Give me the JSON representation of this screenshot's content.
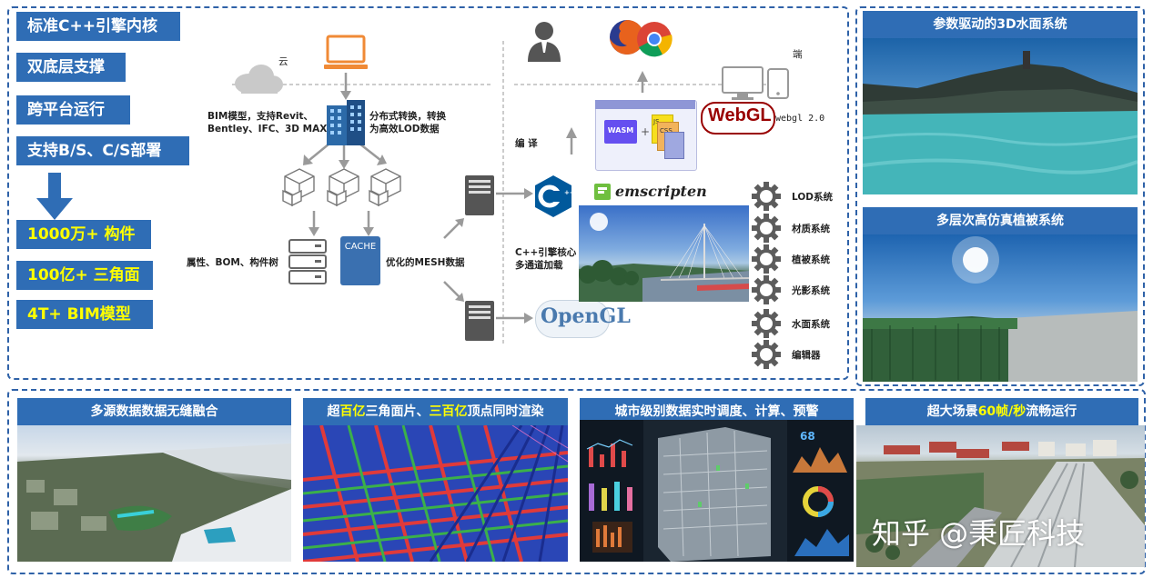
{
  "left_tags": [
    "标准C++引擎内核",
    "双底层支撑",
    "跨平台运行",
    "支持B/S、C/S部署"
  ],
  "stat_tags": [
    "1000万+ 构件",
    "100亿+ 三角面",
    "4T+ BIM模型"
  ],
  "diagram": {
    "cloud_label": "云",
    "end_label": "端",
    "bim_label_1": "BIM模型，支持Revit、",
    "bim_label_2": "Bentley、IFC、3D MAX",
    "dist_label_1": "分布式转换，转换",
    "dist_label_2": "为高效LOD数据",
    "attr_label": "属性、BOM、构件树",
    "cache_label": "CACHE",
    "mesh_label": "优化的MESH数据",
    "compile_label": "编 译",
    "core_label_1": "C++引擎核心",
    "core_label_2": "多通道加载",
    "wasm_label": "WASM",
    "js_label": "JS",
    "css_label": "CSS",
    "webgl_label": "WebGL",
    "webgl_version": "webgl 2.0",
    "emscripten_label": "emscripten",
    "opengl_label": "OpenGL",
    "systems": [
      "LOD系统",
      "材质系统",
      "植被系统",
      "光影系统",
      "水面系统",
      "编辑器"
    ]
  },
  "right_panels": [
    "参数驱动的3D水面系统",
    "多层次高仿真植被系统"
  ],
  "bottom_panels": [
    {
      "pre": "多源数据数据无缝融合",
      "hl1": "",
      "mid": "",
      "hl2": "",
      "post": ""
    },
    {
      "pre": "超",
      "hl1": "百亿",
      "mid": "三角面片、",
      "hl2": "三百亿",
      "post": "顶点同时渲染"
    },
    {
      "pre": "城市级别数据实时调度、计算、预警",
      "hl1": "",
      "mid": "",
      "hl2": "",
      "post": ""
    },
    {
      "pre": "超大场景",
      "hl1": "60帧/秒",
      "mid": "流畅运行",
      "hl2": "",
      "post": ""
    }
  ],
  "dashboard": {
    "value": "68"
  },
  "watermark": "知乎 @秉匠科技",
  "colors": {
    "accent": "#2f6db5",
    "highlight": "#ffff00",
    "border": "#2f62a8"
  }
}
